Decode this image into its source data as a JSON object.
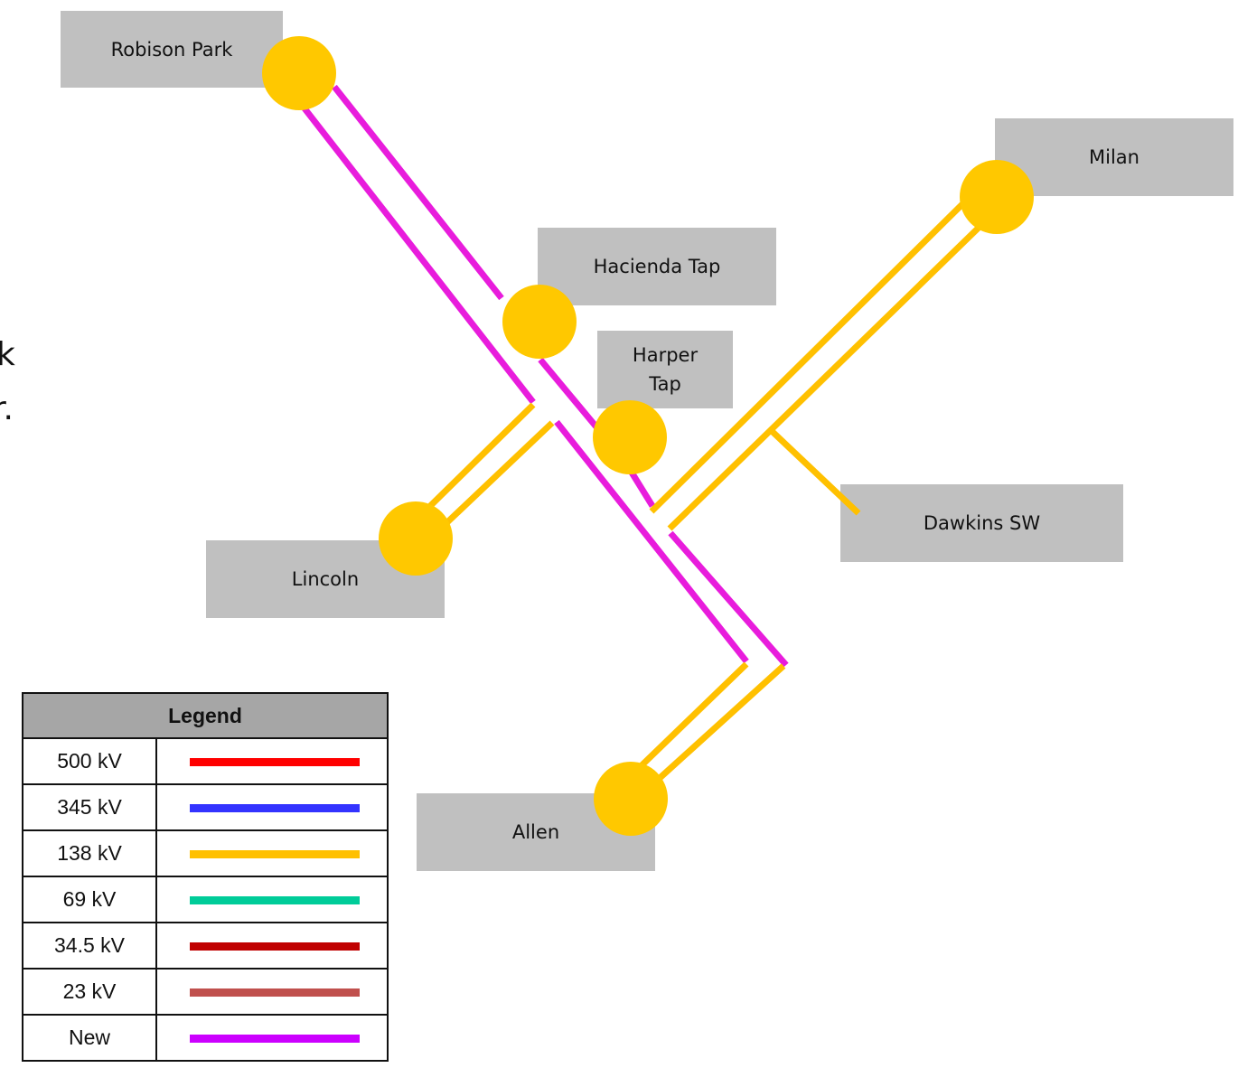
{
  "cut_text": [
    "k",
    "r."
  ],
  "stations": [
    {
      "id": "robison-park",
      "label": "Robison Park"
    },
    {
      "id": "milan",
      "label": "Milan"
    },
    {
      "id": "hacienda-tap",
      "label": "Hacienda Tap"
    },
    {
      "id": "harper-tap",
      "label": "Harper\nTap"
    },
    {
      "id": "dawkins-sw",
      "label": "Dawkins SW"
    },
    {
      "id": "lincoln",
      "label": "Lincoln"
    },
    {
      "id": "allen",
      "label": "Allen"
    }
  ],
  "legend": {
    "title": "Legend",
    "rows": [
      {
        "label": "500 kV",
        "color": "#ff0000"
      },
      {
        "label": "345 kV",
        "color": "#3333ff"
      },
      {
        "label": "138 kV",
        "color": "#ffc000"
      },
      {
        "label": "69 kV",
        "color": "#00cc99"
      },
      {
        "label": "34.5 kV",
        "color": "#c00000"
      },
      {
        "label": "23 kV",
        "color": "#c0504d"
      },
      {
        "label": "New",
        "color": "#cc00ff"
      }
    ]
  },
  "colors": {
    "line_138kv": "#ffc000",
    "line_new": "#e81cdc",
    "station_node": "#ffc800",
    "label_box": "#c0c0c0"
  }
}
